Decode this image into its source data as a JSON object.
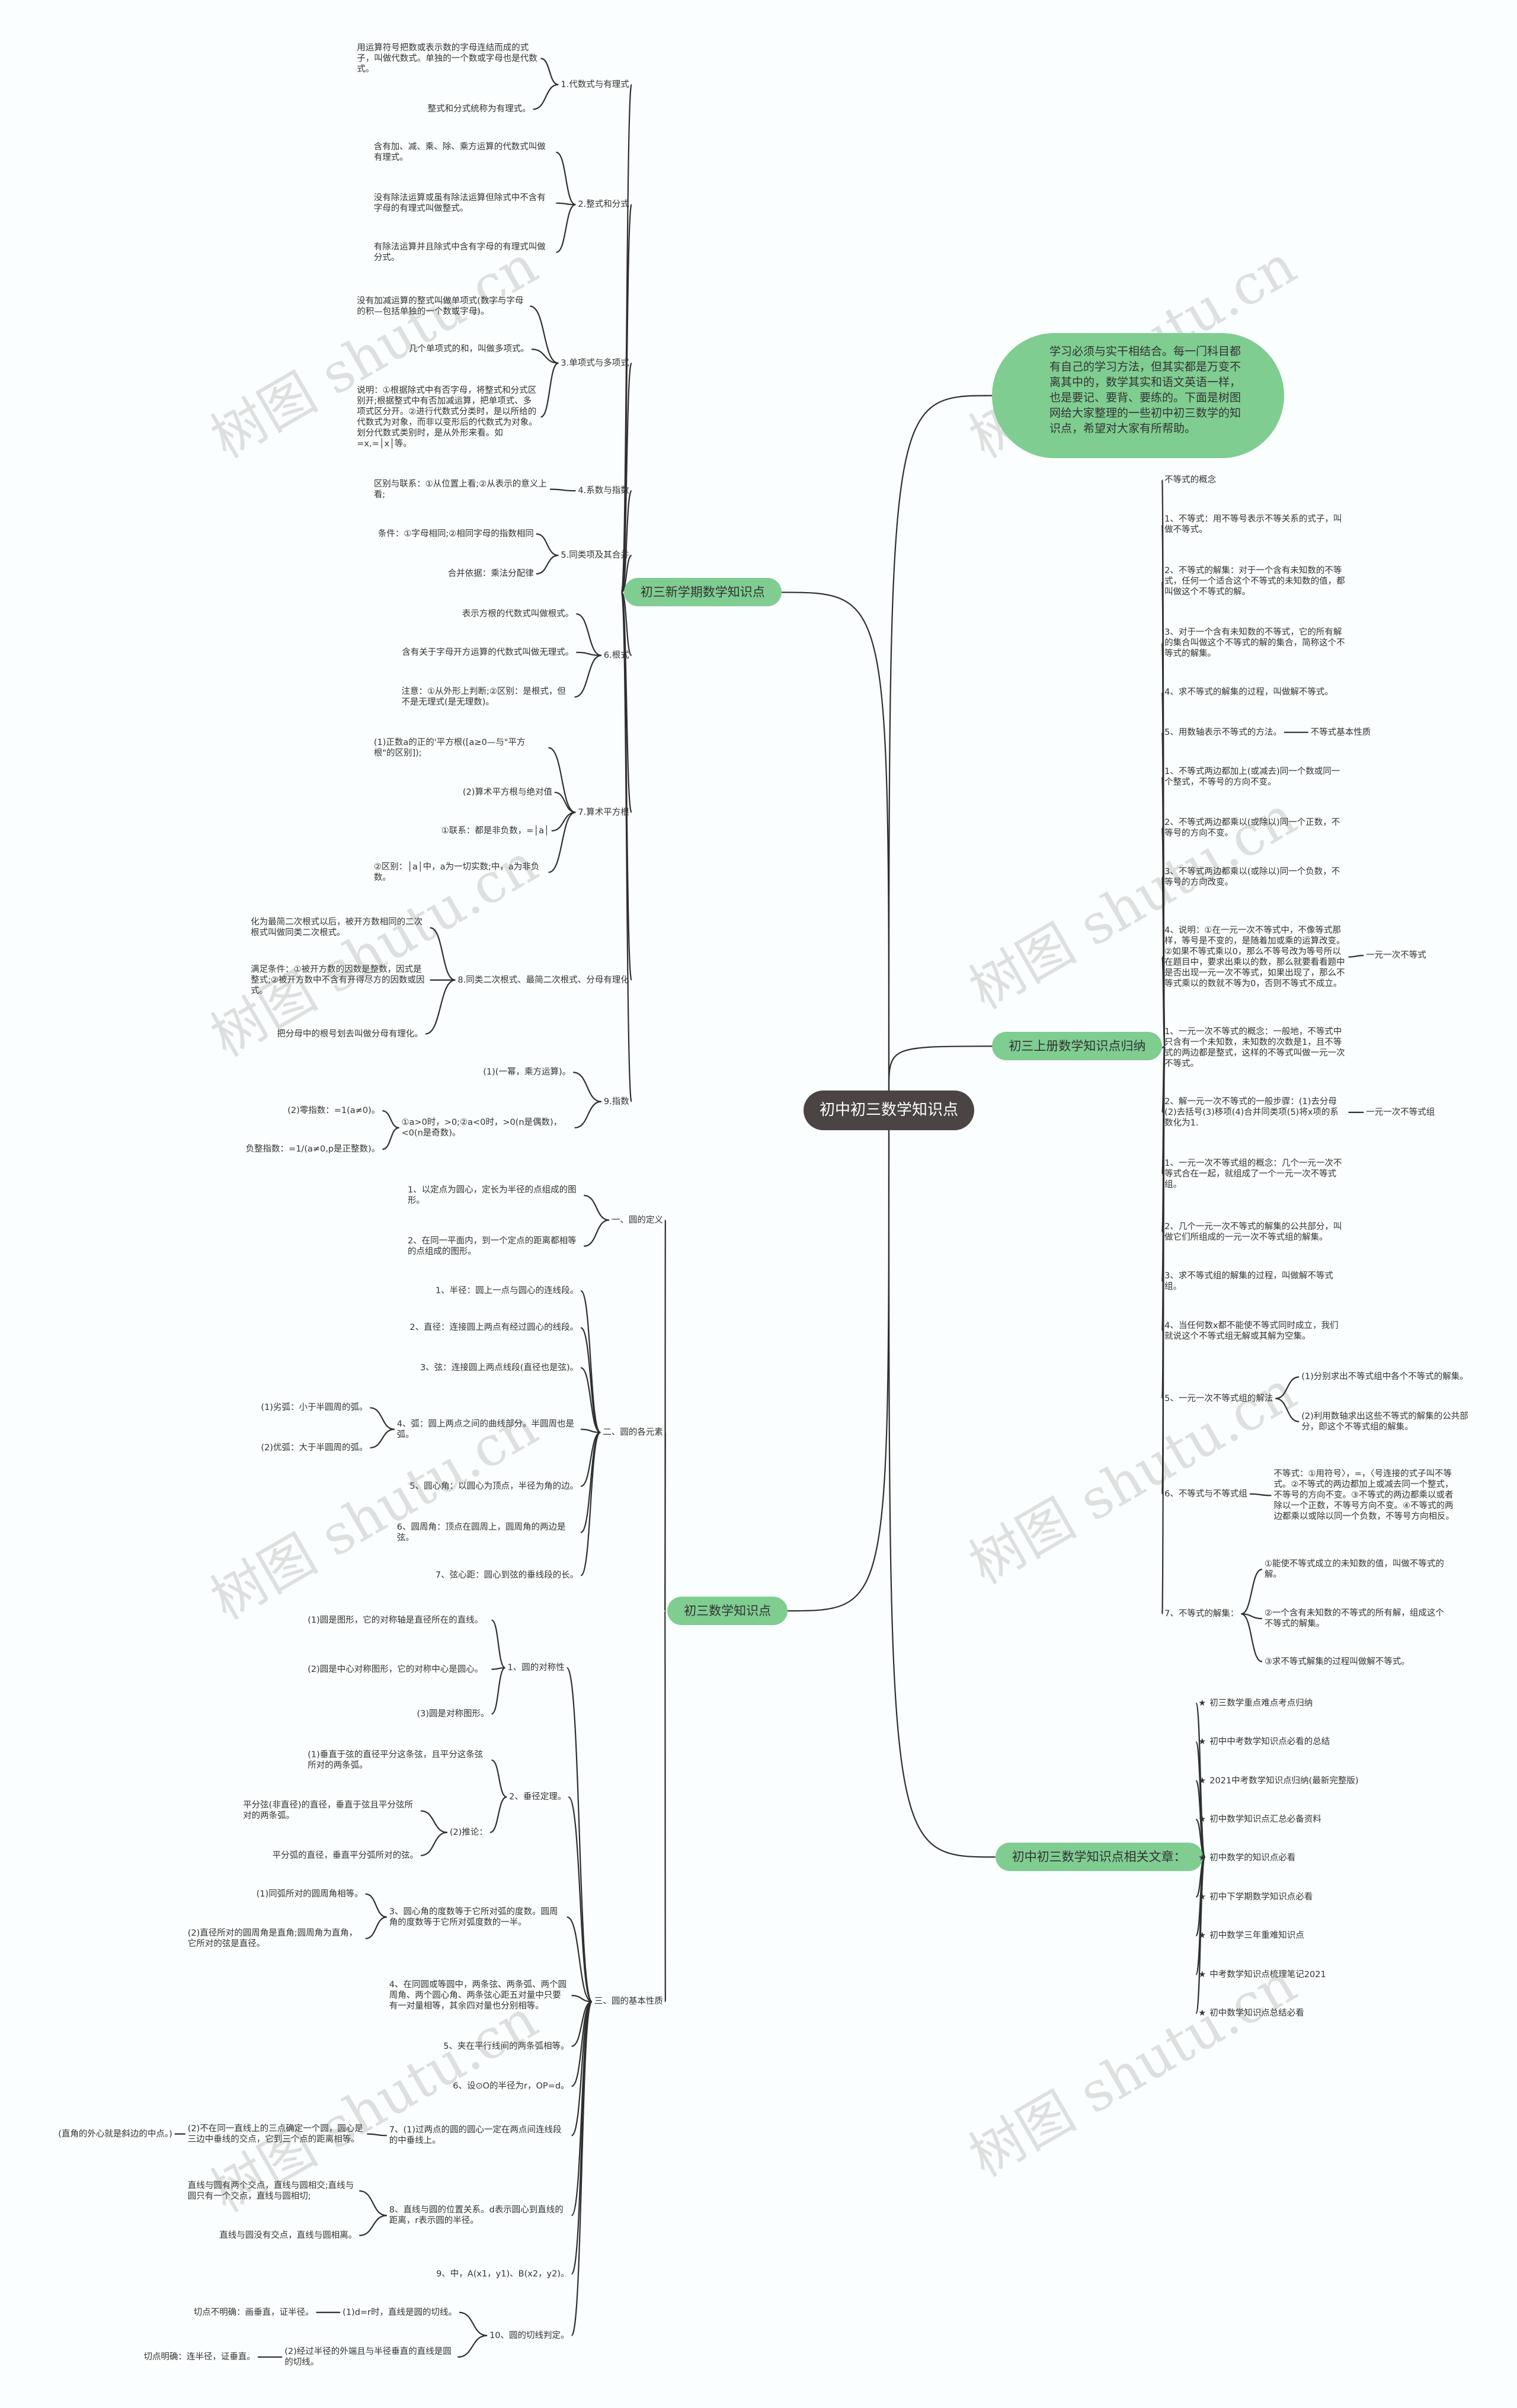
{
  "watermark": "树图 shutu.cn",
  "map": {
    "text": "初中初三数学知识点",
    "children": [
      {
        "text": "初三新学期数学知识点",
        "children": [
          {
            "text": "1.代数式与有理式",
            "children": [
              {
                "text": "用运算符号把数或表示数的字母连结而成的式子，叫做代数式。单独的一个数或字母也是代数式。"
              },
              {
                "text": "整式和分式统称为有理式。"
              }
            ]
          },
          {
            "text": "2.整式和分式",
            "children": [
              {
                "text": "含有加、减、乘、除、乘方运算的代数式叫做有理式。"
              },
              {
                "text": "没有除法运算或虽有除法运算但除式中不含有字母的有理式叫做整式。"
              },
              {
                "text": "有除法运算并且除式中含有字母的有理式叫做分式。"
              }
            ]
          },
          {
            "text": "3.单项式与多项式",
            "children": [
              {
                "text": "没有加减运算的整式叫做单项式(数字与字母的积—包括单独的一个数或字母)。"
              },
              {
                "text": "几个单项式的和，叫做多项式。"
              },
              {
                "text": "说明：①根据除式中有否字母，将整式和分式区别开;根据整式中有否加减运算，把单项式、多项式区分开。②进行代数式分类时，是以所给的代数式为对象，而非以变形后的代数式为对象。划分代数式类别时，是从外形来看。如=x,=│x│等。"
              }
            ]
          },
          {
            "text": "4.系数与指数",
            "children": [
              {
                "text": "区别与联系：①从位置上看;②从表示的意义上看;"
              }
            ]
          },
          {
            "text": "5.同类项及其合并",
            "children": [
              {
                "text": "条件：①字母相同;②相同字母的指数相同"
              },
              {
                "text": "合并依据：乘法分配律"
              }
            ]
          },
          {
            "text": "6.根式",
            "children": [
              {
                "text": "表示方根的代数式叫做根式。"
              },
              {
                "text": "含有关于字母开方运算的代数式叫做无理式。"
              },
              {
                "text": "注意：①从外形上判断;②区别：是根式，但不是无理式(是无理数)。"
              }
            ]
          },
          {
            "text": "7.算术平方根",
            "children": [
              {
                "text": "(1)正数a的正的'平方根([a≥0—与\"平方根\"的区别]);"
              },
              {
                "text": "(2)算术平方根与绝对值"
              },
              {
                "text": "①联系：都是非负数，=│a│"
              },
              {
                "text": "②区别：│a│中，a为一切实数;中，a为非负数。"
              }
            ]
          },
          {
            "text": "8.同类二次根式、最简二次根式、分母有理化",
            "children": [
              {
                "text": "化为最简二次根式以后，被开方数相同的二次根式叫做同类二次根式。"
              },
              {
                "text": "满足条件：①被开方数的因数是整数，因式是整式;②被开方数中不含有开得尽方的因数或因式。"
              },
              {
                "text": "把分母中的根号划去叫做分母有理化。"
              }
            ]
          },
          {
            "text": "9.指数",
            "children": [
              {
                "text": "(1)(一幂，乘方运算)。"
              },
              {
                "text": "①a>0时，>0;②a<0时，>0(n是偶数)，<0(n是奇数)。",
                "children": [
                  {
                    "text": "(2)零指数：=1(a≠0)。"
                  },
                  {
                    "text": "负整指数：=1/(a≠0,p是正整数)。"
                  }
                ]
              }
            ]
          }
        ]
      },
      {
        "text": "初三数学知识点",
        "children": [
          {
            "text": "一、圆的定义",
            "children": [
              {
                "text": "1、以定点为圆心，定长为半径的点组成的图形。"
              },
              {
                "text": "2、在同一平面内，到一个定点的距离都相等的点组成的图形。"
              }
            ]
          },
          {
            "text": "二、圆的各元素",
            "children": [
              {
                "text": "1、半径：圆上一点与圆心的连线段。"
              },
              {
                "text": "2、直径：连接圆上两点有经过圆心的线段。"
              },
              {
                "text": "3、弦：连接圆上两点线段(直径也是弦)。"
              },
              {
                "text": "4、弧：圆上两点之间的曲线部分。半圆周也是弧。",
                "children": [
                  {
                    "text": "(1)劣弧：小于半圆周的弧。"
                  },
                  {
                    "text": "(2)优弧：大于半圆周的弧。"
                  }
                ]
              },
              {
                "text": "5、圆心角：以圆心为顶点，半径为角的边。"
              },
              {
                "text": "6、圆周角：顶点在圆周上，圆周角的两边是弦。"
              },
              {
                "text": "7、弦心距：圆心到弦的垂线段的长。"
              }
            ]
          },
          {
            "text": "三、圆的基本性质",
            "children": [
              {
                "text": "1、圆的对称性",
                "children": [
                  {
                    "text": "(1)圆是图形，它的对称轴是直径所在的直线。"
                  },
                  {
                    "text": "(2)圆是中心对称图形，它的对称中心是圆心。"
                  },
                  {
                    "text": "(3)圆是对称图形。"
                  }
                ]
              },
              {
                "text": "2、垂径定理。",
                "children": [
                  {
                    "text": "(1)垂直于弦的直径平分这条弦，且平分这条弦所对的两条弧。"
                  },
                  {
                    "text": "(2)推论：",
                    "children": [
                      {
                        "text": "平分弦(非直径)的直径，垂直于弦且平分弦所对的两条弧。"
                      },
                      {
                        "text": "平分弧的直径，垂直平分弧所对的弦。"
                      }
                    ]
                  }
                ]
              },
              {
                "text": "3、圆心角的度数等于它所对弧的度数。圆周角的度数等于它所对弧度数的一半。",
                "children": [
                  {
                    "text": "(1)同弧所对的圆周角相等。"
                  },
                  {
                    "text": "(2)直径所对的圆周角是直角;圆周角为直角，它所对的弦是直径。"
                  }
                ]
              },
              {
                "text": "4、在同圆或等圆中，两条弦、两条弧、两个圆周角、两个圆心角、两条弦心距五对量中只要有一对量相等，其余四对量也分别相等。"
              },
              {
                "text": "5、夹在平行线间的两条弧相等。"
              },
              {
                "text": "6、设⊙O的半径为r，OP=d。"
              },
              {
                "text": "7、(1)过两点的圆的圆心一定在两点间连线段的中垂线上。",
                "children": [
                  {
                    "text": "(2)不在同一直线上的三点确定一个圆，圆心是三边中垂线的交点，它到三个点的距离相等。",
                    "children": [
                      {
                        "text": "(直角的外心就是斜边的中点。)"
                      }
                    ]
                  }
                ]
              },
              {
                "text": "8、直线与圆的位置关系。d表示圆心到直线的距离，r表示圆的半径。",
                "children": [
                  {
                    "text": "直线与圆有两个交点，直线与圆相交;直线与圆只有一个交点，直线与圆相切;"
                  },
                  {
                    "text": "直线与圆没有交点，直线与圆相离。"
                  }
                ]
              },
              {
                "text": "9、中，A(x1，y1)、B(x2，y2)。"
              },
              {
                "text": "10、圆的切线判定。",
                "children": [
                  {
                    "text": "(1)d=r时，直线是圆的切线。",
                    "children": [
                      {
                        "text": "切点不明确：画垂直，证半径。"
                      }
                    ]
                  },
                  {
                    "text": "(2)经过半径的外端且与半径垂直的直线是圆的切线。",
                    "children": [
                      {
                        "text": "切点明确：连半径，证垂直。"
                      }
                    ]
                  }
                ]
              }
            ]
          }
        ]
      },
      {
        "text": "学习必须与实干相结合。每一门科目都有自己的学习方法，但其实都是万变不离其中的，数学其实和语文英语一样，也是要记、要背、要练的。下面是树图网给大家整理的一些初中初三数学的知识点，希望对大家有所帮助。"
      },
      {
        "text": "初三上册数学知识点归纳",
        "children": [
          {
            "text": "不等式的概念"
          },
          {
            "text": "1、不等式：用不等号表示不等关系的式子，叫做不等式。"
          },
          {
            "text": "2、不等式的解集：对于一个含有未知数的不等式，任何一个适合这个不等式的未知数的值，都叫做这个不等式的解。"
          },
          {
            "text": "3、对于一个含有未知数的不等式，它的所有解的集合叫做这个不等式的解的集合，简称这个不等式的解集。"
          },
          {
            "text": "4、求不等式的解集的过程，叫做解不等式。"
          },
          {
            "text": "5、用数轴表示不等式的方法。",
            "children": [
              {
                "text": "不等式基本性质"
              }
            ]
          },
          {
            "text": "1、不等式两边都加上(或减去)同一个数或同一个整式，不等号的方向不变。"
          },
          {
            "text": "2、不等式两边都乘以(或除以)同一个正数，不等号的方向不变。"
          },
          {
            "text": "3、不等式两边都乘以(或除以)同一个负数，不等号的方向改变。"
          },
          {
            "text": "4、说明：①在一元一次不等式中，不像等式那样，等号是不变的，是随着加或乘的运算改变。②如果不等式乘以0，那么不等号改为等号所以在题目中，要求出乘以的数，那么就要看看题中是否出现一元一次不等式，如果出现了，那么不等式乘以的数就不等为0，否则不等式不成立。",
            "children": [
              {
                "text": "一元一次不等式"
              }
            ]
          },
          {
            "text": "1、一元一次不等式的概念：一般地，不等式中只含有一个未知数，未知数的次数是1，且不等式的两边都是整式，这样的不等式叫做一元一次不等式。"
          },
          {
            "text": "2、解一元一次不等式的一般步骤：(1)去分母(2)去括号(3)移项(4)合并同类项(5)将x项的系数化为1.",
            "children": [
              {
                "text": "一元一次不等式组"
              }
            ]
          },
          {
            "text": "1、一元一次不等式组的概念：几个一元一次不等式合在一起，就组成了一个一元一次不等式组。"
          },
          {
            "text": "2、几个一元一次不等式的解集的公共部分，叫做它们所组成的一元一次不等式组的解集。"
          },
          {
            "text": "3、求不等式组的解集的过程，叫做解不等式组。"
          },
          {
            "text": "4、当任何数x都不能使不等式同时成立，我们就说这个不等式组无解或其解为空集。"
          },
          {
            "text": "5、一元一次不等式组的解法",
            "children": [
              {
                "text": "(1)分别求出不等式组中各个不等式的解集。"
              },
              {
                "text": "(2)利用数轴求出这些不等式的解集的公共部分，即这个不等式组的解集。"
              }
            ]
          },
          {
            "text": "6、不等式与不等式组",
            "children": [
              {
                "text": "不等式：①用符号〉，=，〈号连接的式子叫不等式。②不等式的两边都加上或减去同一个整式，不等号的方向不变。③不等式的两边都乘以或者除以一个正数，不等号方向不变。④不等式的两边都乘以或除以同一个负数，不等号方向相反。"
              }
            ]
          },
          {
            "text": "7、不等式的解集：",
            "children": [
              {
                "text": "①能使不等式成立的未知数的值，叫做不等式的解。"
              },
              {
                "text": "②一个含有未知数的不等式的所有解，组成这个不等式的解集。"
              },
              {
                "text": "③求不等式解集的过程叫做解不等式。"
              }
            ]
          }
        ]
      },
      {
        "text": "初中初三数学知识点相关文章：",
        "children": [
          {
            "text": "初三数学重点难点考点归纳"
          },
          {
            "text": "初中中考数学知识点必看的总结"
          },
          {
            "text": "2021中考数学知识点归纳(最新完整版)"
          },
          {
            "text": "初中数学知识点汇总必备资料"
          },
          {
            "text": "初中数学的知识点必看"
          },
          {
            "text": "初中下学期数学知识点必看"
          },
          {
            "text": "初中数学三年重难知识点"
          },
          {
            "text": "中考数学知识点梳理笔记2021"
          },
          {
            "text": "初中数学知识点总结必看"
          }
        ]
      }
    ]
  }
}
